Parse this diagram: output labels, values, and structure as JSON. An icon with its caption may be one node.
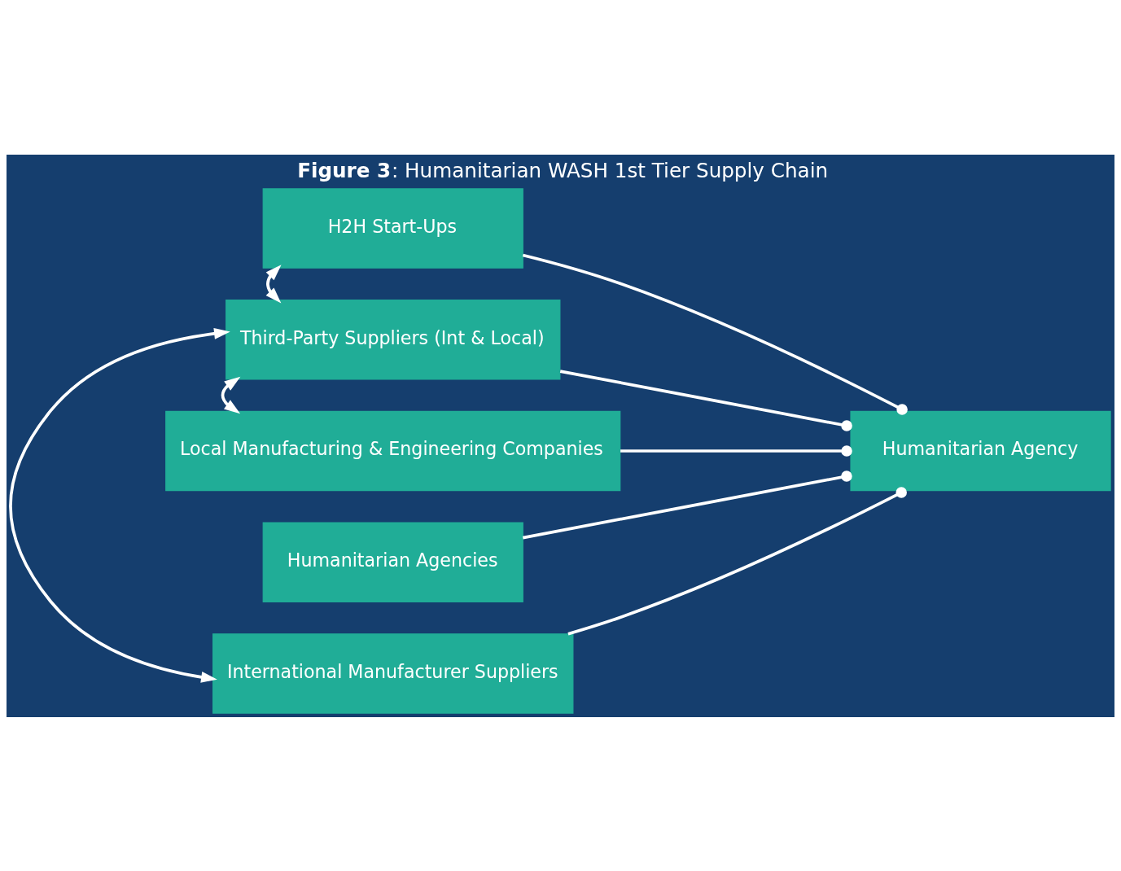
{
  "diagram": {
    "title": "**Figure 3**: Humanitarian WASH 1st Tier Supply Chain",
    "nodes": [
      {
        "text": [
          "H2H Start-Ups"
        ]
      },
      {
        "text": [
          "Third-Party Suppliers (Int & Local)"
        ]
      },
      {
        "text": [
          "Local Manufacturing & Engineering Companies"
        ]
      },
      {
        "text": [
          "Humanitarian Agencies"
        ]
      },
      {
        "text": [
          "International Manufacturer Suppliers"
        ]
      },
      {
        "text": [
          "Humanitarian Agency"
        ]
      }
    ],
    "edges": [
      {
        "from": 0,
        "to": 1,
        "arrow": "both"
      },
      {
        "from": 1,
        "to": 2,
        "arrow": "both"
      },
      {
        "from": 4,
        "to": 1,
        "arrow": "both"
      },
      {
        "from": 0,
        "to": 5,
        "arrow": "other"
      },
      {
        "from": 1,
        "to": 5,
        "arrow": "other"
      },
      {
        "from": 2,
        "to": 5,
        "arrow": "other"
      },
      {
        "from": 3,
        "to": 5,
        "arrow": "other"
      },
      {
        "from": 4,
        "to": 5,
        "arrow": "other"
      }
    ]
  }
}
